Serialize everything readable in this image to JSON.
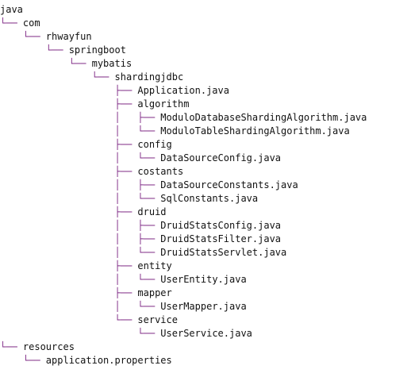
{
  "colors": {
    "text": "#111111",
    "guide": "#7f2a86",
    "background": "#ffffff"
  },
  "tree": {
    "lines": [
      {
        "prefix": "",
        "name": "java"
      },
      {
        "prefix": "└── ",
        "name": "com"
      },
      {
        "prefix": "    └── ",
        "name": "rhwayfun"
      },
      {
        "prefix": "        └── ",
        "name": "springboot"
      },
      {
        "prefix": "            └── ",
        "name": "mybatis"
      },
      {
        "prefix": "                └── ",
        "name": "shardingjdbc"
      },
      {
        "prefix": "                    ├── ",
        "name": "Application.java"
      },
      {
        "prefix": "                    ├── ",
        "name": "algorithm"
      },
      {
        "prefix": "                    │   ├── ",
        "name": "ModuloDatabaseShardingAlgorithm.java"
      },
      {
        "prefix": "                    │   └── ",
        "name": "ModuloTableShardingAlgorithm.java"
      },
      {
        "prefix": "                    ├── ",
        "name": "config"
      },
      {
        "prefix": "                    │   └── ",
        "name": "DataSourceConfig.java"
      },
      {
        "prefix": "                    ├── ",
        "name": "costants"
      },
      {
        "prefix": "                    │   ├── ",
        "name": "DataSourceConstants.java"
      },
      {
        "prefix": "                    │   └── ",
        "name": "SqlConstants.java"
      },
      {
        "prefix": "                    ├── ",
        "name": "druid"
      },
      {
        "prefix": "                    │   ├── ",
        "name": "DruidStatsConfig.java"
      },
      {
        "prefix": "                    │   ├── ",
        "name": "DruidStatsFilter.java"
      },
      {
        "prefix": "                    │   └── ",
        "name": "DruidStatsServlet.java"
      },
      {
        "prefix": "                    ├── ",
        "name": "entity"
      },
      {
        "prefix": "                    │   └── ",
        "name": "UserEntity.java"
      },
      {
        "prefix": "                    ├── ",
        "name": "mapper"
      },
      {
        "prefix": "                    │   └── ",
        "name": "UserMapper.java"
      },
      {
        "prefix": "                    └── ",
        "name": "service"
      },
      {
        "prefix": "                        └── ",
        "name": "UserService.java"
      },
      {
        "prefix": "└── ",
        "name": "resources"
      },
      {
        "prefix": "    └── ",
        "name": "application.properties"
      }
    ]
  }
}
